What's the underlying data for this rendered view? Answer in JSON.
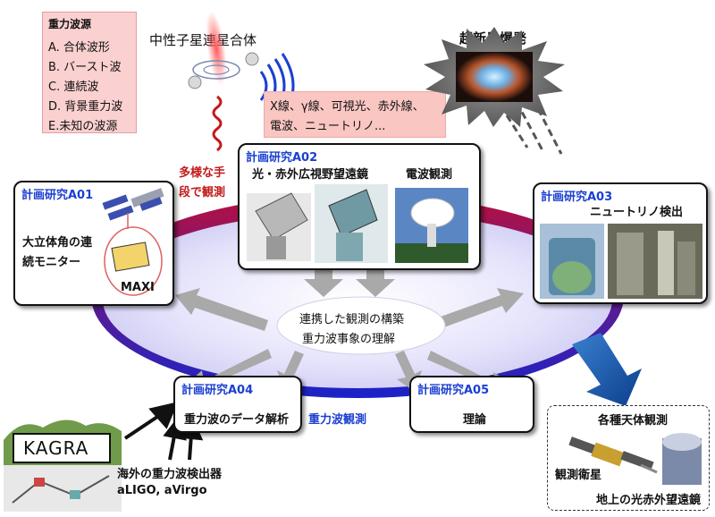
{
  "sources_box": {
    "title": "重力波源",
    "items": [
      "A. 合体波形",
      "B. バースト波",
      "C. 連続波",
      "D. 背景重力波",
      "E.未知の波源"
    ]
  },
  "neutron_star_merger": "中性子星連星合体",
  "supernova": "超新星爆発",
  "em_box": {
    "line1": "X線、γ線、可視光、赤外線、",
    "line2": "電波、ニュートリノ..."
  },
  "multi_observation": {
    "line1": "多様な手",
    "line2": "段で観測"
  },
  "a01": {
    "title": "計画研究A01",
    "desc_line1": "大立体角の連",
    "desc_line2": "続モニター",
    "maxi": "MAXI"
  },
  "a02": {
    "title": "計画研究A02",
    "optical": "光・赤外広視野望遠鏡",
    "radio": "電波観測"
  },
  "a03": {
    "title": "計画研究A03",
    "neutrino": "ニュートリノ検出"
  },
  "a04": {
    "title": "計画研究A04",
    "desc": "重力波のデータ解析"
  },
  "a05": {
    "title": "計画研究A05",
    "desc": "理論"
  },
  "center": {
    "line1": "連携した観測の構築",
    "line2": "重力波事象の理解"
  },
  "gw_observation": "重力波観測",
  "kagra": "KAGRA",
  "overseas": {
    "line1": "海外の重力波検出器",
    "line2": "aLIGO, aVirgo"
  },
  "various": {
    "title": "各種天体観測",
    "satellite": "観測衛星",
    "ground": "地上の光赤外望遠鏡"
  },
  "colors": {
    "accent_blue": "#1b3fd1",
    "accent_red": "#c21a1a",
    "ring_red": "#b80f3c",
    "ring_blue": "#1a23c8"
  }
}
